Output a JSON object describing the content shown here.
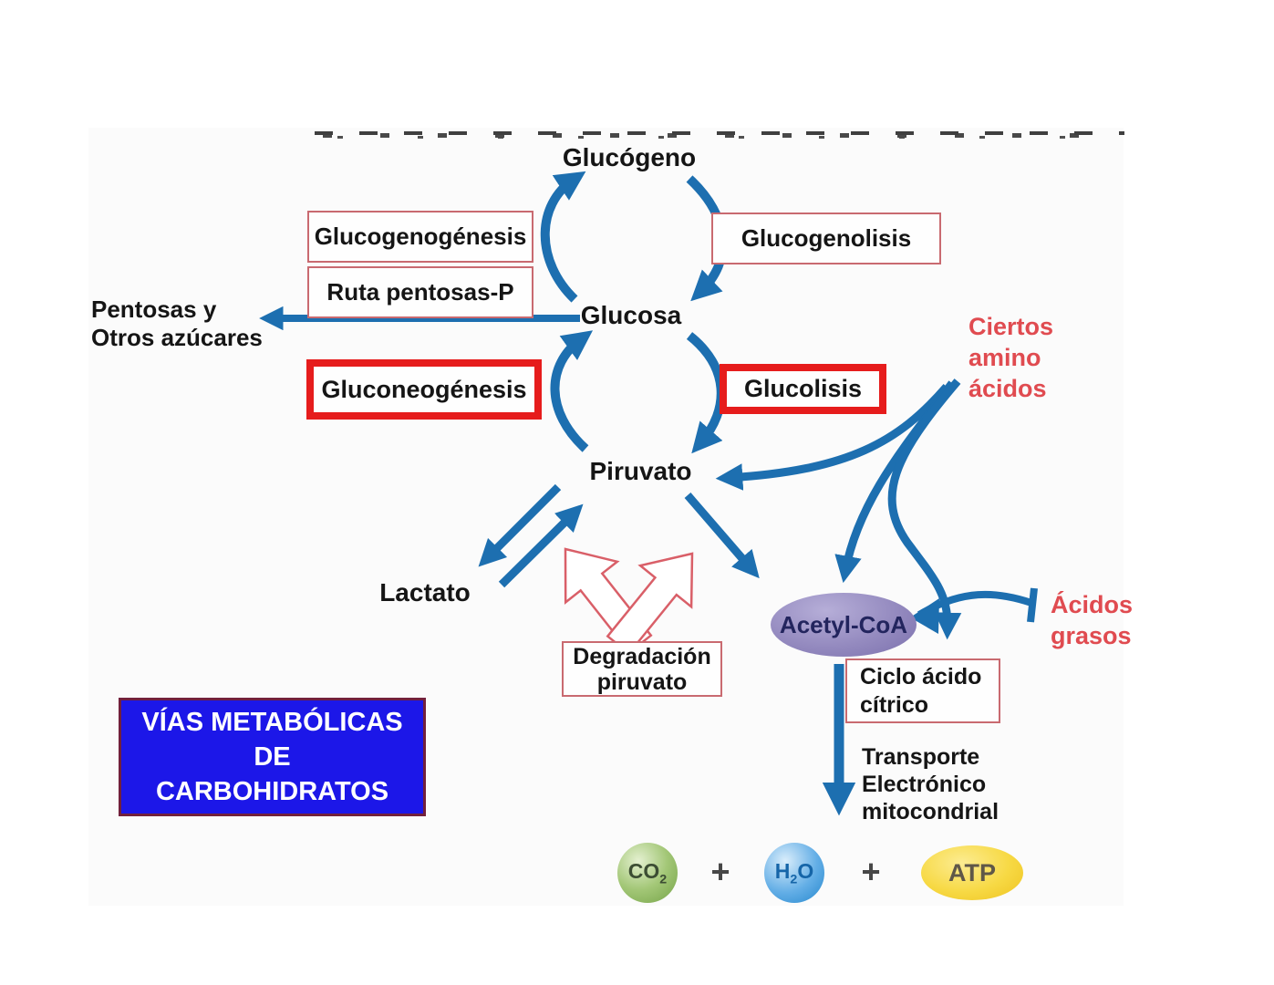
{
  "nodes": {
    "glucogeno": "Glucógeno",
    "glucosa": "Glucosa",
    "piruvato": "Piruvato",
    "lactato": "Lactato",
    "acetyl_coa": "Acetyl-CoA"
  },
  "side_labels": {
    "pentosas": {
      "line1": "Pentosas y",
      "line2": "Otros azúcares"
    },
    "ciertos_aminoacidos": {
      "line1": "Ciertos",
      "line2": "amino",
      "line3": "ácidos"
    },
    "acidos_grasos": {
      "line1": "Ácidos",
      "line2": "grasos"
    },
    "transporte": {
      "line1": "Transporte",
      "line2": "Electrónico",
      "line3": "mitocondrial"
    }
  },
  "pathway_boxes": {
    "glucogenogenesis": "Glucogenogénesis",
    "ruta_pentosas": "Ruta pentosas-P",
    "glucogenolisis": "Glucogenolisis",
    "gluconeogenesis": "Gluconeogénesis",
    "glucolisis": "Glucolisis",
    "degradacion": {
      "line1": "Degradación",
      "line2": "piruvato"
    },
    "ciclo_citrico": {
      "line1": "Ciclo ácido",
      "line2": "cítrico"
    }
  },
  "title_box": {
    "line1": "VÍAS METABÓLICAS",
    "line2": "DE",
    "line3": "CARBOHIDRATOS"
  },
  "products": {
    "co2": {
      "base": "CO",
      "sub": "2"
    },
    "plus_1": "+",
    "h2o": {
      "h": "H",
      "sub": "2",
      "o": "O"
    },
    "plus_2": "+",
    "atp": "ATP"
  },
  "colors": {
    "arrow_blue": "#1d6fb0",
    "highlight_box_red": "#e61c1c",
    "thin_box_red": "#c96a70",
    "red_text": "#e04b50",
    "title_box_bg": "#1c17e8",
    "title_box_border": "#72203c",
    "acetyl_fill": "#948abf",
    "co2_green": "#74a347",
    "h2o_blue": "#2587cd",
    "atp_yellow": "#f7d944"
  }
}
